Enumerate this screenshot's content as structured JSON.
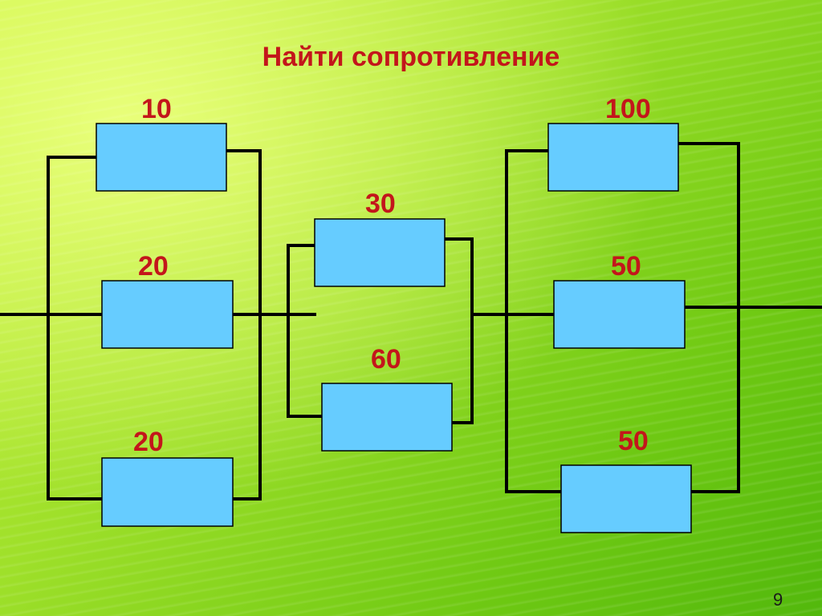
{
  "title": "Найти сопротивление",
  "resistors": {
    "r1": "10",
    "r2": "20",
    "r3": "20",
    "r4": "30",
    "r5": "60",
    "r6": "100",
    "r7": "50",
    "r8": "50"
  },
  "page_number": "9",
  "colors": {
    "resistor_fill": "#66ccff",
    "label": "#c3161b",
    "wire": "#000000"
  }
}
